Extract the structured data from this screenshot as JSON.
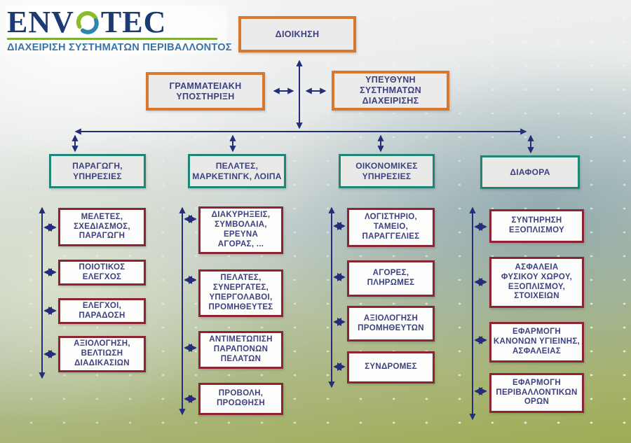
{
  "logo": {
    "name_left": "ENV",
    "name_right": "TEC",
    "subtitle": "ΔΙΑΧΕΙΡΙΣΗ ΣΥΣΤΗΜΑΤΩΝ ΠΕΡΙΒΑΛΛΟΝΤΟΣ"
  },
  "colors": {
    "level1_border_orange": "#d8782e",
    "level2_border_teal": "#1f8577",
    "level3_border_maroon": "#8e2433",
    "arrow_navy": "#232d7a",
    "box_text_indigo": "#3e4180",
    "logo_navy": "#1c3a73",
    "logo_green": "#8cbb2b",
    "logo_blue": "#2e86ad",
    "subtitle_blue": "#3a74a8"
  },
  "nodes": {
    "management": {
      "label": "ΔΙΟΙΚΗΣΗ"
    },
    "secretarial": {
      "label": "ΓΡΑΜΜΑΤΕΙΑΚΗ\nΥΠΟΣΤΗΡΙΞΗ"
    },
    "systems_manager": {
      "label": "ΥΠΕΥΘΥΝΗ\nΣΥΣΤΗΜΑΤΩΝ\nΔΙΑΧΕΙΡΙΣΗΣ"
    }
  },
  "departments": [
    {
      "label": "ΠΑΡΑΓΩΓΗ,\nΥΠΗΡΕΣΙΕΣ",
      "items": [
        {
          "label": "ΜΕΛΕΤΕΣ,\nΣΧΕΔΙΑΣΜΟΣ,\nΠΑΡΑΓΩΓΗ"
        },
        {
          "label": "ΠΟΙΟΤΙΚΟΣ\nΕΛΕΓΧΟΣ"
        },
        {
          "label": "ΕΛΕΓΧΟΙ,\nΠΑΡΑΔΟΣΗ"
        },
        {
          "label": "ΑΞΙΟΛΟΓΗΣΗ,\nΒΕΛΤΙΩΣΗ\nΔΙΑΔΙΚΑΣΙΩΝ"
        }
      ]
    },
    {
      "label": "ΠΕΛΑΤΕΣ,\nΜΑΡΚΕΤΙΝΓΚ, ΛΟΙΠΑ",
      "items": [
        {
          "label": "ΔΙΑΚΥΡΗΞΕΙΣ,\nΣΥΜΒΟΛΑΙΑ,\nΕΡΕΥΝΑ\nΑΓΟΡΑΣ, ..."
        },
        {
          "label": "ΠΕΛΑΤΕΣ,\nΣΥΝΕΡΓΑΤΕΣ,\nΥΠΕΡΓΟΛΑΒΟΙ,\nΠΡΟΜΗΘΕΥΤΕΣ"
        },
        {
          "label": "ΑΝΤΙΜΕΤΩΠΙΣΗ\nΠΑΡΑΠΟΝΩΝ\nΠΕΛΑΤΩΝ"
        },
        {
          "label": "ΠΡΟΒΟΛΗ,\nΠΡΟΩΘΗΣΗ"
        }
      ]
    },
    {
      "label": "ΟΙΚΟΝΟΜΙΚΕΣ\nΥΠΗΡΕΣΙΕΣ",
      "items": [
        {
          "label": "ΛΟΓΙΣΤΗΡΙΟ,\nΤΑΜΕΙΟ,\nΠΑΡΑΓΓΕΛΙΕΣ"
        },
        {
          "label": "ΑΓΟΡΕΣ,\nΠΛΗΡΩΜΕΣ"
        },
        {
          "label": "ΑΞΙΟΛΟΓΗΣΗ\nΠΡΟΜΗΘΕΥΤΩΝ"
        },
        {
          "label": "ΣΥΝΔΡΟΜΕΣ"
        }
      ]
    },
    {
      "label": "ΔΙΑΦΟΡΑ",
      "items": [
        {
          "label": "ΣΥΝΤΗΡΗΣΗ\nΕΞΟΠΛΙΣΜΟΥ"
        },
        {
          "label": "ΑΣΦΑΛΕΙΑ\nΦΥΣΙΚΟΥ ΧΩΡΟΥ,\nΕΞΟΠΛΙΣΜΟΥ,\nΣΤΟΙΧΕΙΩΝ"
        },
        {
          "label": "ΕΦΑΡΜΟΓΗ\nΚΑΝΟΝΩΝ ΥΓΙΕΙΝΗΣ,\nΑΣΦΑΛΕΙΑΣ"
        },
        {
          "label": "ΕΦΑΡΜΟΓΗ\nΠΕΡΙΒΑΛΛΟΝΤΙΚΩΝ\nΟΡΩΝ"
        }
      ]
    }
  ]
}
